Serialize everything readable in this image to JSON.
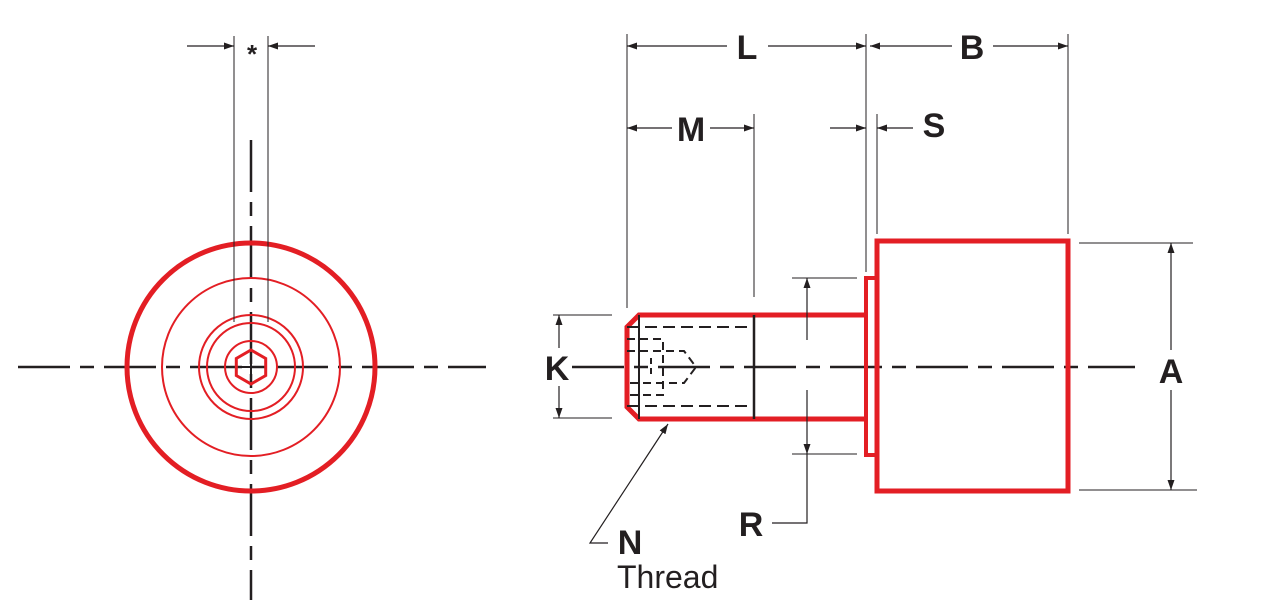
{
  "labels": {
    "hex_width": "*",
    "L": "L",
    "B": "B",
    "M": "M",
    "S": "S",
    "K": "K",
    "A": "A",
    "R": "R",
    "N": "N",
    "thread": "Thread"
  },
  "colors": {
    "part_outline": "#e31e24",
    "linework": "#231f20",
    "background": "#ffffff"
  }
}
